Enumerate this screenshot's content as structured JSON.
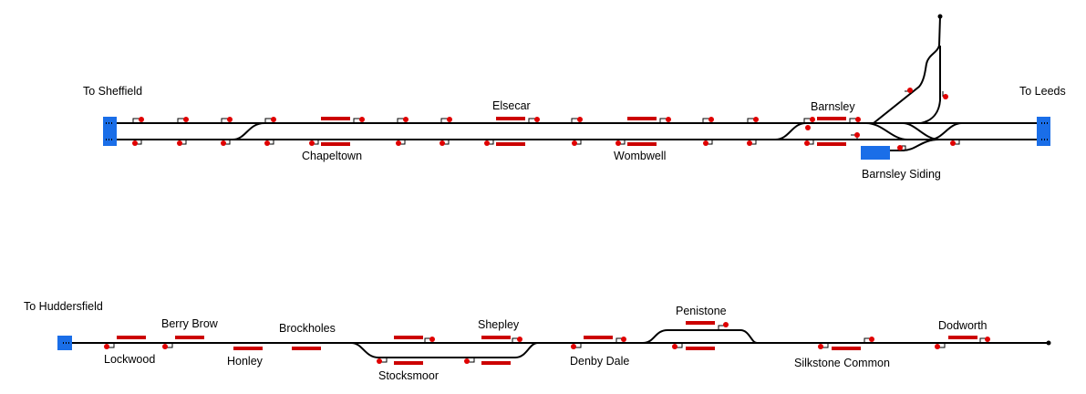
{
  "colors": {
    "track": "#000000",
    "signal": "#e00000",
    "platform": "#cc0000",
    "terminal": "#1a6ee8",
    "background": "#ffffff"
  },
  "upper_line": {
    "exits": {
      "left": "To Sheffield",
      "right": "To Leeds",
      "siding": "Barnsley Siding"
    },
    "stations": [
      {
        "id": "chapeltown",
        "name": "Chapeltown"
      },
      {
        "id": "elsecar",
        "name": "Elsecar"
      },
      {
        "id": "wombwell",
        "name": "Wombwell"
      },
      {
        "id": "barnsley",
        "name": "Barnsley"
      }
    ]
  },
  "lower_line": {
    "exits": {
      "left": "To Huddersfield"
    },
    "stations": [
      {
        "id": "lockwood",
        "name": "Lockwood"
      },
      {
        "id": "berry-brow",
        "name": "Berry Brow"
      },
      {
        "id": "honley",
        "name": "Honley"
      },
      {
        "id": "brockholes",
        "name": "Brockholes"
      },
      {
        "id": "stocksmoor",
        "name": "Stocksmoor"
      },
      {
        "id": "shepley",
        "name": "Shepley"
      },
      {
        "id": "denby-dale",
        "name": "Denby Dale"
      },
      {
        "id": "penistone",
        "name": "Penistone"
      },
      {
        "id": "silkstone-common",
        "name": "Silkstone Common"
      },
      {
        "id": "dodworth",
        "name": "Dodworth"
      }
    ]
  }
}
